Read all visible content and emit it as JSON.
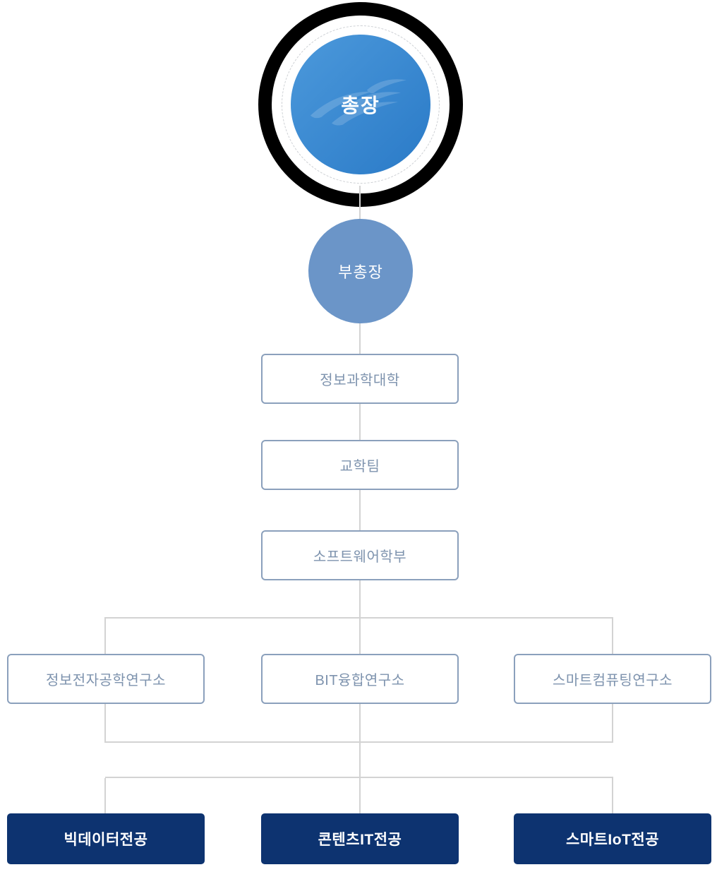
{
  "org_chart": {
    "president": {
      "label": "총장"
    },
    "vice_president": {
      "label": "부총장"
    },
    "chain": [
      {
        "label": "정보과학대학"
      },
      {
        "label": "교학팀"
      },
      {
        "label": "소프트웨어학부"
      }
    ],
    "institutes": [
      {
        "label": "정보전자공학연구소"
      },
      {
        "label": "BIT융합연구소"
      },
      {
        "label": "스마트컴퓨팅연구소"
      }
    ],
    "majors": [
      {
        "label": "빅데이터전공"
      },
      {
        "label": "콘텐츠IT전공"
      },
      {
        "label": "스마트IoT전공"
      }
    ],
    "colors": {
      "president_ring": "#000000",
      "president_gradient_start": "#4c99db",
      "president_gradient_end": "#2a7ac7",
      "vice_circle": "#6b95c8",
      "node_border": "#8ba0bc",
      "node_text": "#7e93ae",
      "major_background": "#0d3370",
      "major_text": "#ffffff",
      "connector": "#d3d3d3"
    }
  }
}
